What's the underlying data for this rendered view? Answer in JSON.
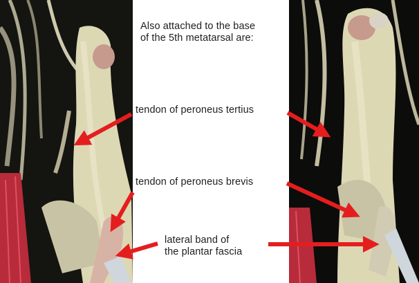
{
  "heading": {
    "line1": "Also attached to the base",
    "line2": "of the 5th metatarsal are:"
  },
  "labels": {
    "tertius": "tendon of peroneus tertius",
    "brevis": "tendon of peroneus brevis",
    "fascia_line1": "lateral band of",
    "fascia_line2": "the plantar fascia"
  },
  "colors": {
    "arrow": "#e41e1e",
    "bone": "#ddd8b4",
    "muscle": "#c03040",
    "background_panel": "#0c0c0a"
  }
}
